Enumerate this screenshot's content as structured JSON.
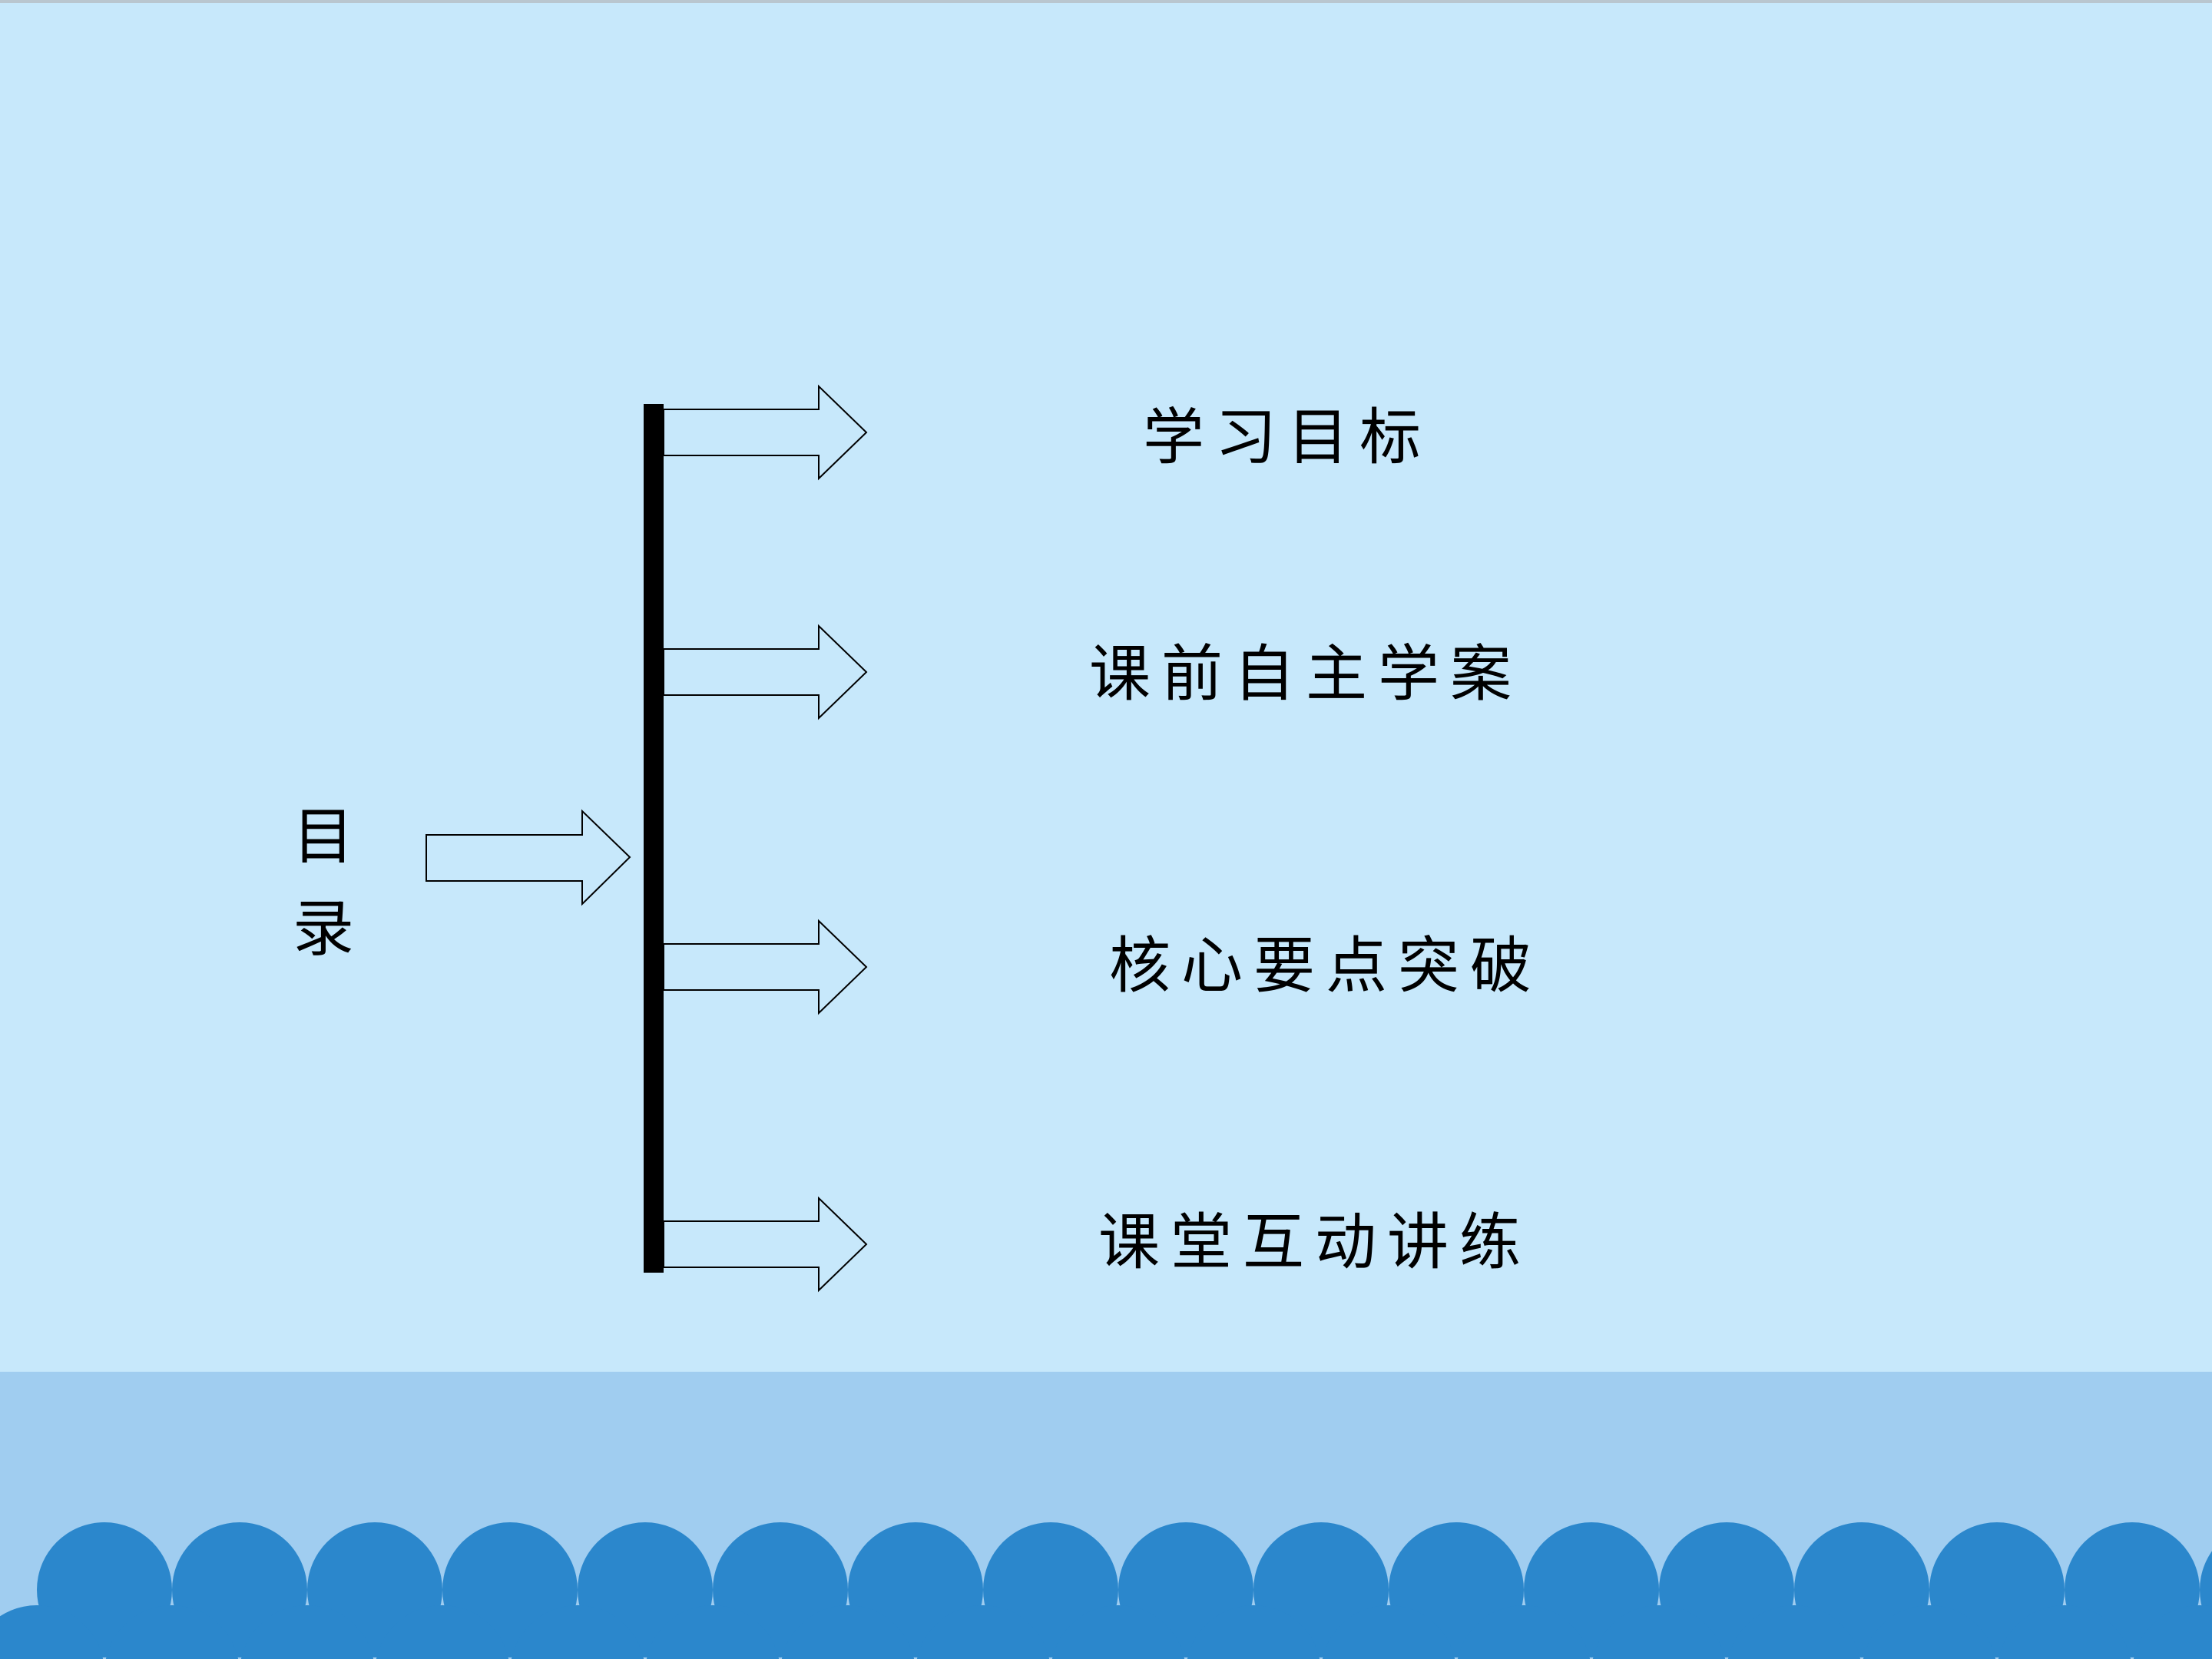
{
  "slide": {
    "title": "目录",
    "items": [
      {
        "label": "学习目标"
      },
      {
        "label": "课前自主学案"
      },
      {
        "label": "核心要点突破"
      },
      {
        "label": "课堂互动讲练"
      }
    ]
  },
  "colors": {
    "background": "#c7e8fb",
    "footer_band": "#a0cdf0",
    "scale_pattern": "#2b87cc",
    "text": "#000000",
    "bar": "#000000",
    "arrow_fill": "#c7e8fb",
    "arrow_stroke": "#000000"
  }
}
